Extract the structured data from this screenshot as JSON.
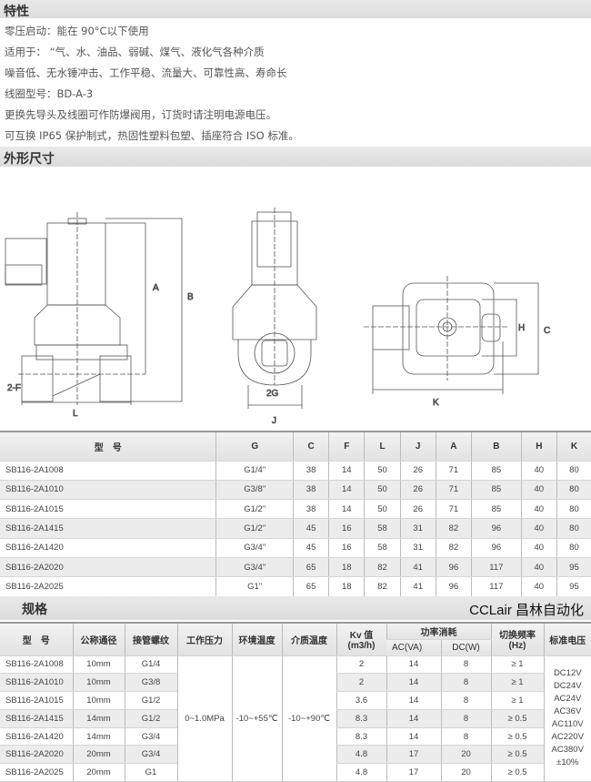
{
  "features": {
    "title": "特性",
    "lines": [
      "零压启动：能在 90°C以下使用",
      "适用于： “气、水、油品、弱碱、煤气、液化气各种介质",
      "噪音低、无水锤冲击、工作平稳、流量大、可靠性高、寿命长",
      "线圈型号：BD-A-3",
      "更换先导头及线圈可作防爆阀用，订货时请注明电源电压。",
      "可互换 IP65 保护制式，热固性塑料包塑、插座符合 ISO 标准。"
    ]
  },
  "dimensions": {
    "title": "外形尺寸",
    "labels": {
      "A": "A",
      "B": "B",
      "F": "2-F",
      "L": "L",
      "G": "2G",
      "J": "J",
      "H": "H",
      "C": "C",
      "K": "K"
    },
    "headers": [
      "型　号",
      "G",
      "C",
      "F",
      "L",
      "J",
      "A",
      "B",
      "H",
      "K"
    ],
    "rows": [
      [
        "SB116-2A1008",
        "G1/4\"",
        "38",
        "14",
        "50",
        "26",
        "71",
        "85",
        "40",
        "80"
      ],
      [
        "SB116-2A1010",
        "G3/8\"",
        "38",
        "14",
        "50",
        "26",
        "71",
        "85",
        "40",
        "80"
      ],
      [
        "SB116-2A1015",
        "G1/2\"",
        "38",
        "14",
        "50",
        "26",
        "71",
        "85",
        "40",
        "80"
      ],
      [
        "SB116-2A1415",
        "G1/2\"",
        "45",
        "16",
        "58",
        "31",
        "82",
        "96",
        "40",
        "80"
      ],
      [
        "SB116-2A1420",
        "G3/4\"",
        "45",
        "16",
        "58",
        "31",
        "82",
        "96",
        "40",
        "80"
      ],
      [
        "SB116-2A2020",
        "G3/4\"",
        "65",
        "18",
        "82",
        "41",
        "96",
        "117",
        "40",
        "95"
      ],
      [
        "SB116-2A2025",
        "G1\"",
        "65",
        "18",
        "82",
        "41",
        "96",
        "117",
        "40",
        "95"
      ]
    ]
  },
  "specs": {
    "title": "规格",
    "headers": {
      "model": "型　号",
      "bore": "公称通径",
      "thread": "接管螺纹",
      "pressure": "工作压力",
      "ambient": "环境温度",
      "medium": "介质温度",
      "kv": "Kv 值",
      "kv_unit": "(m3/h)",
      "power": "功率消耗",
      "ac": "AC(VA)",
      "dc": "DC(W)",
      "freq": "切换频率",
      "freq_unit": "(Hz)",
      "voltage": "标准电压"
    },
    "pressure": "0~1.0MPa",
    "ambient": "-10~+55℃",
    "medium": "-10~+90℃",
    "voltages": [
      "DC12V",
      "DC24V",
      "AC24V",
      "AC36V",
      "AC110V",
      "AC220V",
      "AC380V",
      "±10%"
    ],
    "rows": [
      [
        "SB116-2A1008",
        "10mm",
        "G1/4",
        "2",
        "14",
        "8",
        "≥ 1"
      ],
      [
        "SB116-2A1010",
        "10mm",
        "G3/8",
        "2",
        "14",
        "8",
        "≥ 1"
      ],
      [
        "SB116-2A1015",
        "10mm",
        "G1/2",
        "3.6",
        "14",
        "8",
        "≥ 1"
      ],
      [
        "SB116-2A1415",
        "14mm",
        "G1/2",
        "8.3",
        "14",
        "8",
        "≥ 0.5"
      ],
      [
        "SB116-2A1420",
        "14mm",
        "G3/4",
        "8.3",
        "14",
        "8",
        "≥ 0.5"
      ],
      [
        "SB116-2A2020",
        "20mm",
        "G3/4",
        "4.8",
        "17",
        "20",
        "≥ 0.5"
      ],
      [
        "SB116-2A2025",
        "20mm",
        "G1",
        "4.8",
        "17",
        "20",
        "≥ 0.5"
      ]
    ]
  },
  "watermark": "CCLair 昌林自动化"
}
